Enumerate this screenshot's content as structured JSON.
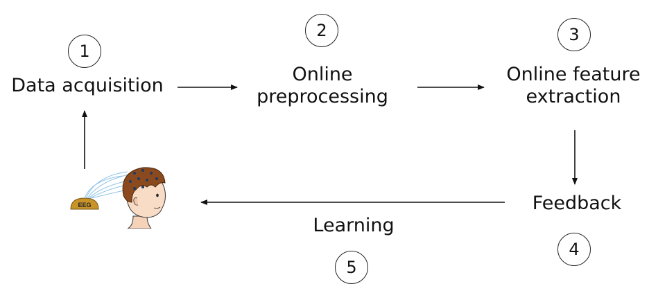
{
  "steps": [
    {
      "number": "1",
      "label_lines": [
        "Data acquisition"
      ]
    },
    {
      "number": "2",
      "label_lines": [
        "Online",
        "preprocessing"
      ]
    },
    {
      "number": "3",
      "label_lines": [
        "Online feature",
        "extraction"
      ]
    },
    {
      "number": "4",
      "label_lines": [
        "Feedback"
      ]
    },
    {
      "number": "5",
      "label_lines": [
        "Learning"
      ]
    }
  ],
  "eeg_device_label": "EEG"
}
